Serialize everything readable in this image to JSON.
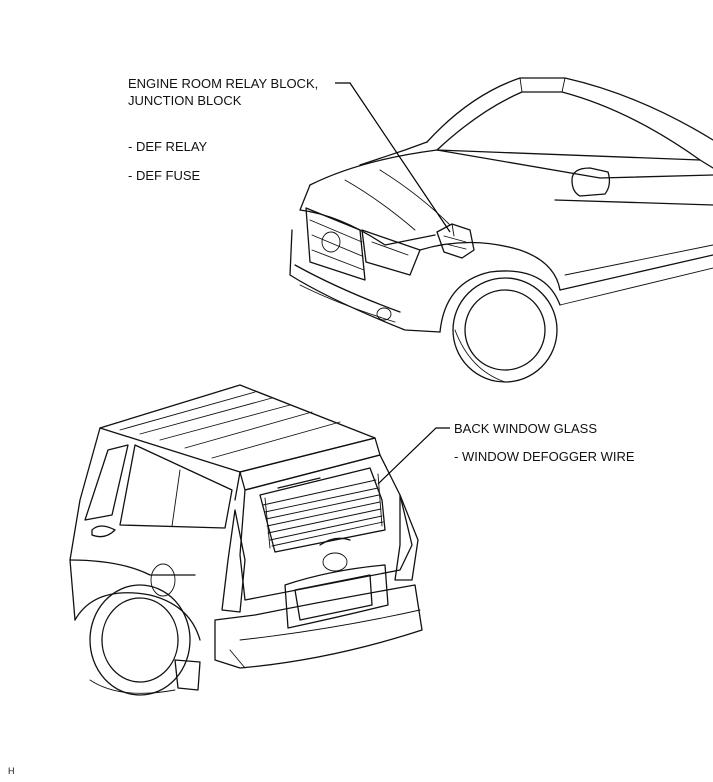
{
  "callouts": {
    "relay_block": {
      "line1": "ENGINE ROOM RELAY BLOCK,",
      "line2": "JUNCTION BLOCK",
      "items": [
        "- DEF RELAY",
        "- DEF FUSE"
      ]
    },
    "back_glass": {
      "title": "BACK WINDOW GLASS",
      "items": [
        "- WINDOW DEFOGGER WIRE"
      ]
    }
  },
  "corner_mark": "H"
}
